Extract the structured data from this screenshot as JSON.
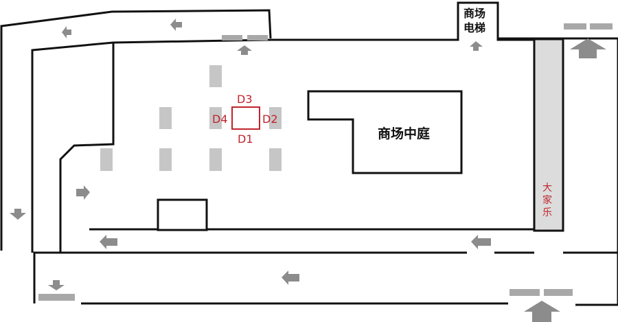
{
  "labels": {
    "elevator_line1": "商场",
    "elevator_line2": "电梯",
    "atrium": "商场中庭",
    "store_char1": "大",
    "store_char2": "家",
    "store_char3": "乐",
    "d1": "D1",
    "d2": "D2",
    "d3": "D3",
    "d4": "D4"
  },
  "colors": {
    "wall": "#111111",
    "arrow": "#8c8c8c",
    "pillar": "#c6c6c6",
    "store_fill": "#dcdcdc",
    "highlight": "#c0232b"
  },
  "icons": {
    "arrow": "arrow-icon",
    "parking": "parking-slot-icon"
  }
}
